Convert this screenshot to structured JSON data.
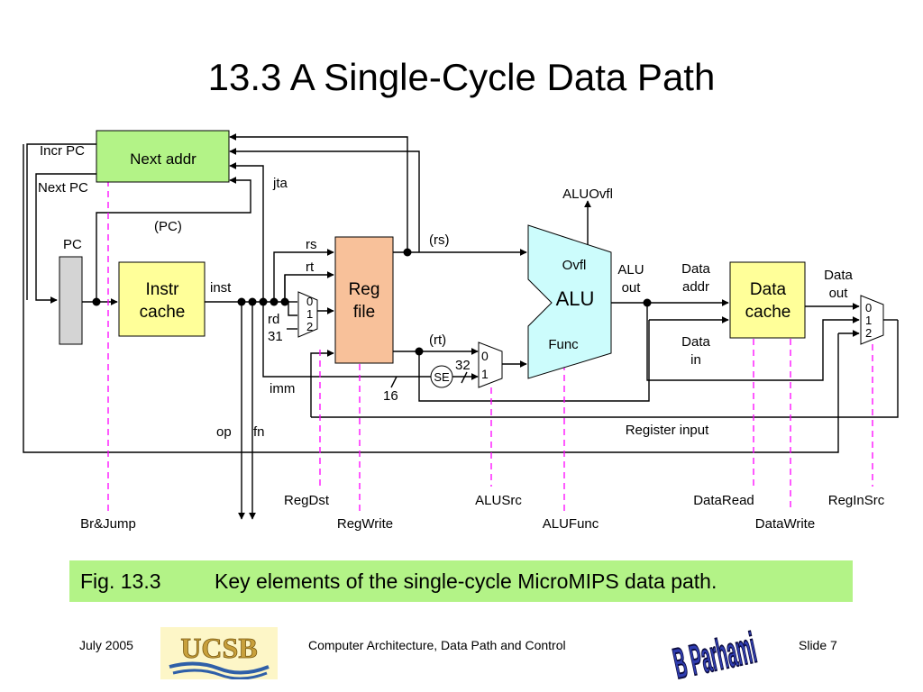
{
  "slide": {
    "title": "13.3  A Single-Cycle Data Path"
  },
  "diagram": {
    "blocks": {
      "next_addr": "Next addr",
      "instr_cache": [
        "Instr",
        "cache"
      ],
      "reg_file": [
        "Reg",
        "file"
      ],
      "alu": "ALU",
      "alu_ovfl": "Ovfl",
      "alu_func": "Func",
      "data_cache": [
        "Data",
        "cache"
      ],
      "pc": "PC",
      "se": "SE"
    },
    "mux_inputs": {
      "regdst": [
        "0",
        "1",
        "2"
      ],
      "alusrc": [
        "0",
        "1"
      ],
      "reginsrc": [
        "0",
        "1",
        "2"
      ]
    },
    "signals": {
      "incr_pc": "Incr PC",
      "next_pc": "Next PC",
      "jta": "jta",
      "pc_paren": "(PC)",
      "inst": "inst",
      "rs": "rs",
      "rt": "rt",
      "rd": "rd",
      "thirty_one": "31",
      "imm": "imm",
      "sixteen": "16",
      "thirty_two": "32",
      "rs_paren": "(rs)",
      "rt_paren": "(rt)",
      "alu_ovfl_out": "ALUOvfl",
      "alu_out": [
        "ALU",
        "out"
      ],
      "data_addr": [
        "Data",
        "addr"
      ],
      "data_in": [
        "Data",
        "in"
      ],
      "data_out": [
        "Data",
        "out"
      ],
      "register_input": "Register input",
      "op": "op",
      "fn": "fn"
    },
    "controls": {
      "br_jump": "Br&Jump",
      "regdst": "RegDst",
      "regwrite": "RegWrite",
      "alusrc": "ALUSrc",
      "alufunc": "ALUFunc",
      "dataread": "DataRead",
      "datawrite": "DataWrite",
      "reginsrc": "RegInSrc"
    }
  },
  "caption": {
    "fig_num": "Fig. 13.3",
    "text": "Key elements of the single-cycle MicroMIPS data path."
  },
  "footer": {
    "date": "July 2005",
    "course": "Computer Architecture, Data Path and Control",
    "slide": "Slide 7",
    "ucsb_logo": "UCSB",
    "author_logo": "B Parhami"
  },
  "colors": {
    "next_addr_fill": "#b3f387",
    "cache_fill": "#ffff99",
    "regfile_fill": "#f8c19a",
    "alu_fill": "#ccfcfc",
    "pc_fill": "#d4d4d4",
    "control_line": "#ff00ff",
    "caption_bg": "#b3f387"
  }
}
